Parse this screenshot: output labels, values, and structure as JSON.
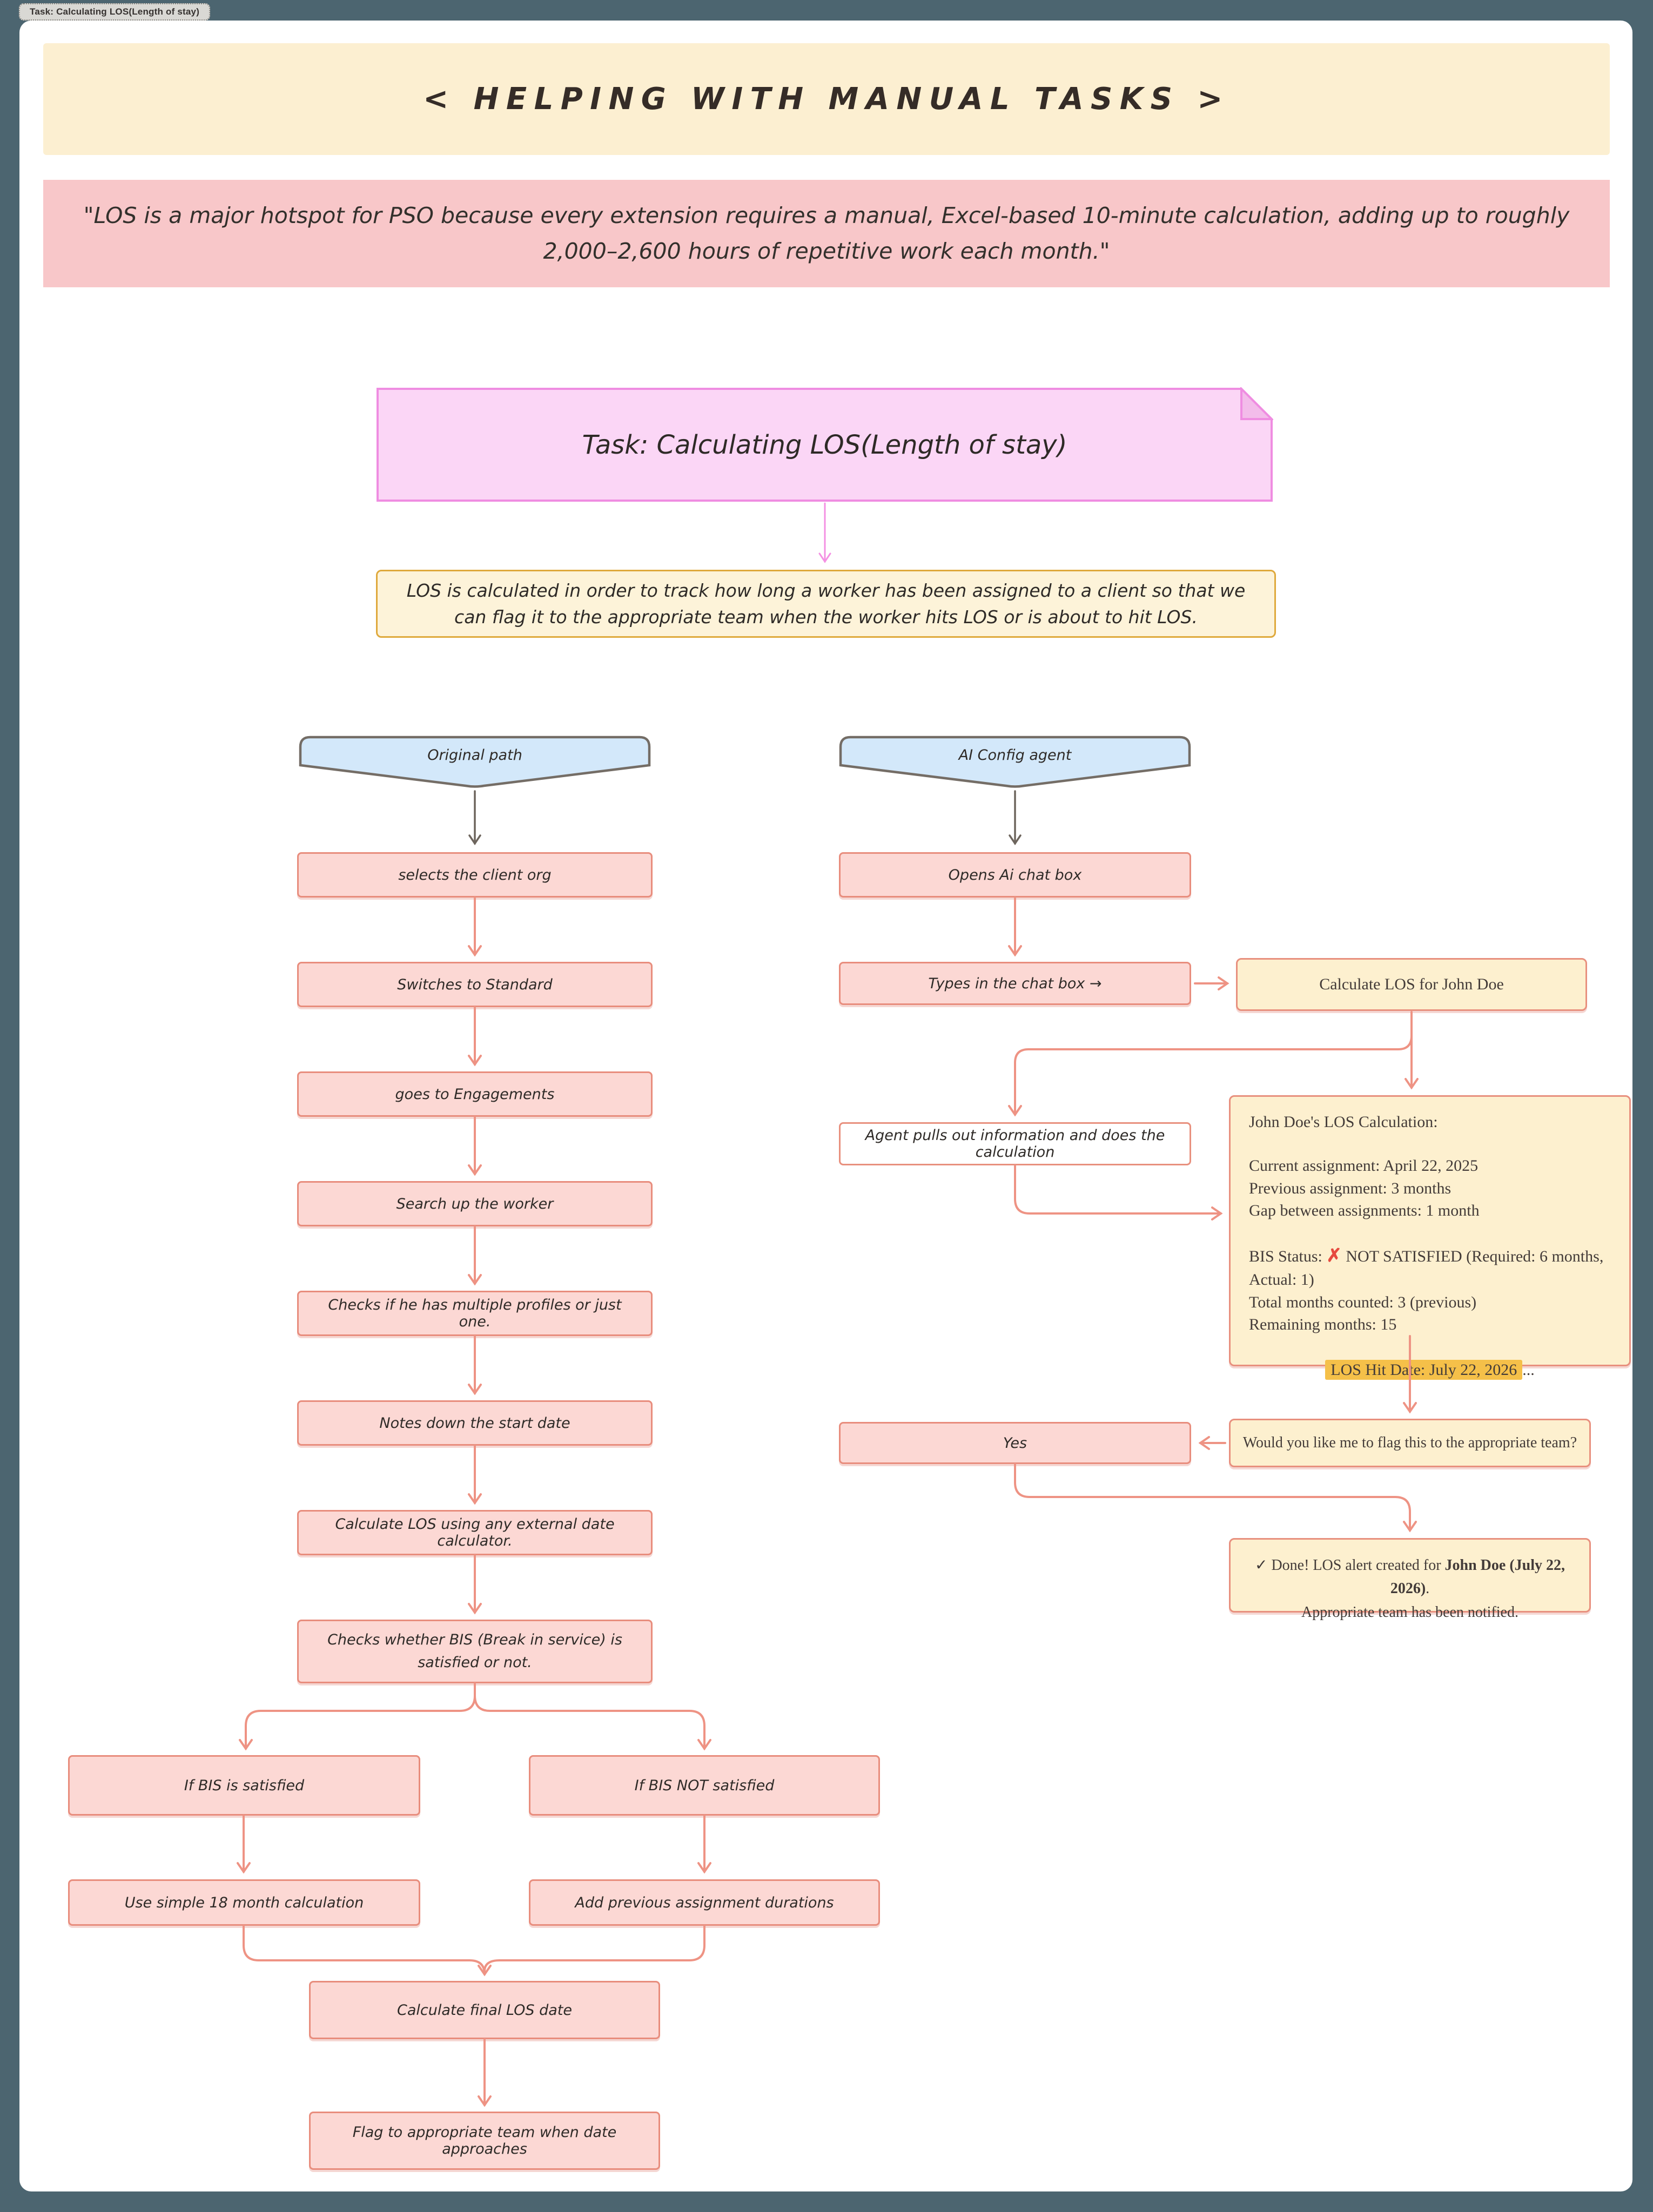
{
  "browser_tab": {
    "label": "Task: Calculating LOS(Length of stay)"
  },
  "banner": {
    "title": "< HELPING WITH MANUAL TASKS >"
  },
  "quote": {
    "text": "\"LOS is a major hotspot for PSO because every extension requires a manual, Excel-based 10-minute calculation, adding up to roughly 2,000–2,600 hours of repetitive work each month.\""
  },
  "task_note": {
    "title": "Task: Calculating LOS(Length of stay)"
  },
  "description": {
    "text": "LOS is calculated in order to track how long a worker has been assigned to a client so that we can flag it to the appropriate team when the worker hits LOS or is about to hit LOS."
  },
  "original_path": {
    "header": "Original path",
    "steps": [
      "selects the client org",
      "Switches to Standard",
      "goes to Engagements",
      "Search up the worker",
      "Checks if he has multiple profiles or just one.",
      "Notes down the start date",
      "Calculate LOS using any external date calculator.",
      "Checks whether BIS (Break in service) is satisfied or not."
    ],
    "branch_left_condition": "If BIS is satisfied",
    "branch_right_condition": "If BIS NOT satisfied",
    "branch_left_action": "Use simple 18 month calculation",
    "branch_right_action": "Add previous assignment durations",
    "merge_step": "Calculate final LOS date",
    "final_step": "Flag to appropriate team when date approaches"
  },
  "ai_path": {
    "header": "AI Config agent",
    "step_open": "Opens Ai chat box",
    "step_type": "Types in the chat box →",
    "prompt": "Calculate LOS for John Doe",
    "step_agent": "Agent pulls out information and does the calculation",
    "calculation": {
      "title": "John Doe's LOS Calculation:",
      "line_current": "Current assignment: April 22, 2025",
      "line_previous": "Previous assignment: 3 months",
      "line_gap": "Gap between assignments: 1 month",
      "bis_prefix": "BIS Status: ",
      "bis_x": "✗",
      "bis_status": " NOT SATISFIED (Required: 6 months, Actual: 1)",
      "line_total": "Total months counted: 3 (previous)",
      "line_remaining": "Remaining months: 15",
      "highlight": "LOS Hit Date: July 22, 2026",
      "ellipsis": "..."
    },
    "question": "Would you like me to flag this to the appropriate team?",
    "answer": "Yes",
    "done": {
      "check": "✓",
      "part1": " Done! LOS alert created for ",
      "bold": "John Doe (July 22, 2026)",
      "part2": ".",
      "line2": "Appropriate team has been notified."
    }
  },
  "colors": {
    "canvas_background": "#4c6570",
    "page": "#ffffff",
    "banner_bg": "#fcefd1",
    "quote_bg": "#f8c7c9",
    "sticky_bg": "#fbd6f6",
    "sticky_border": "#ef8de1",
    "desc_border": "#dfa93c",
    "pentagon_bg": "#d3e8fa",
    "pentagon_border": "#746d66",
    "process_bg": "#fcd8d4",
    "process_border": "#e88d7d",
    "arrow_salmon": "#ee9384",
    "arrow_gray": "#6d655d",
    "arrow_magenta": "#f491e3",
    "yellow_bg": "#fdf0cf",
    "highlight": "#f5c049",
    "cross_red": "#e64a3f"
  }
}
